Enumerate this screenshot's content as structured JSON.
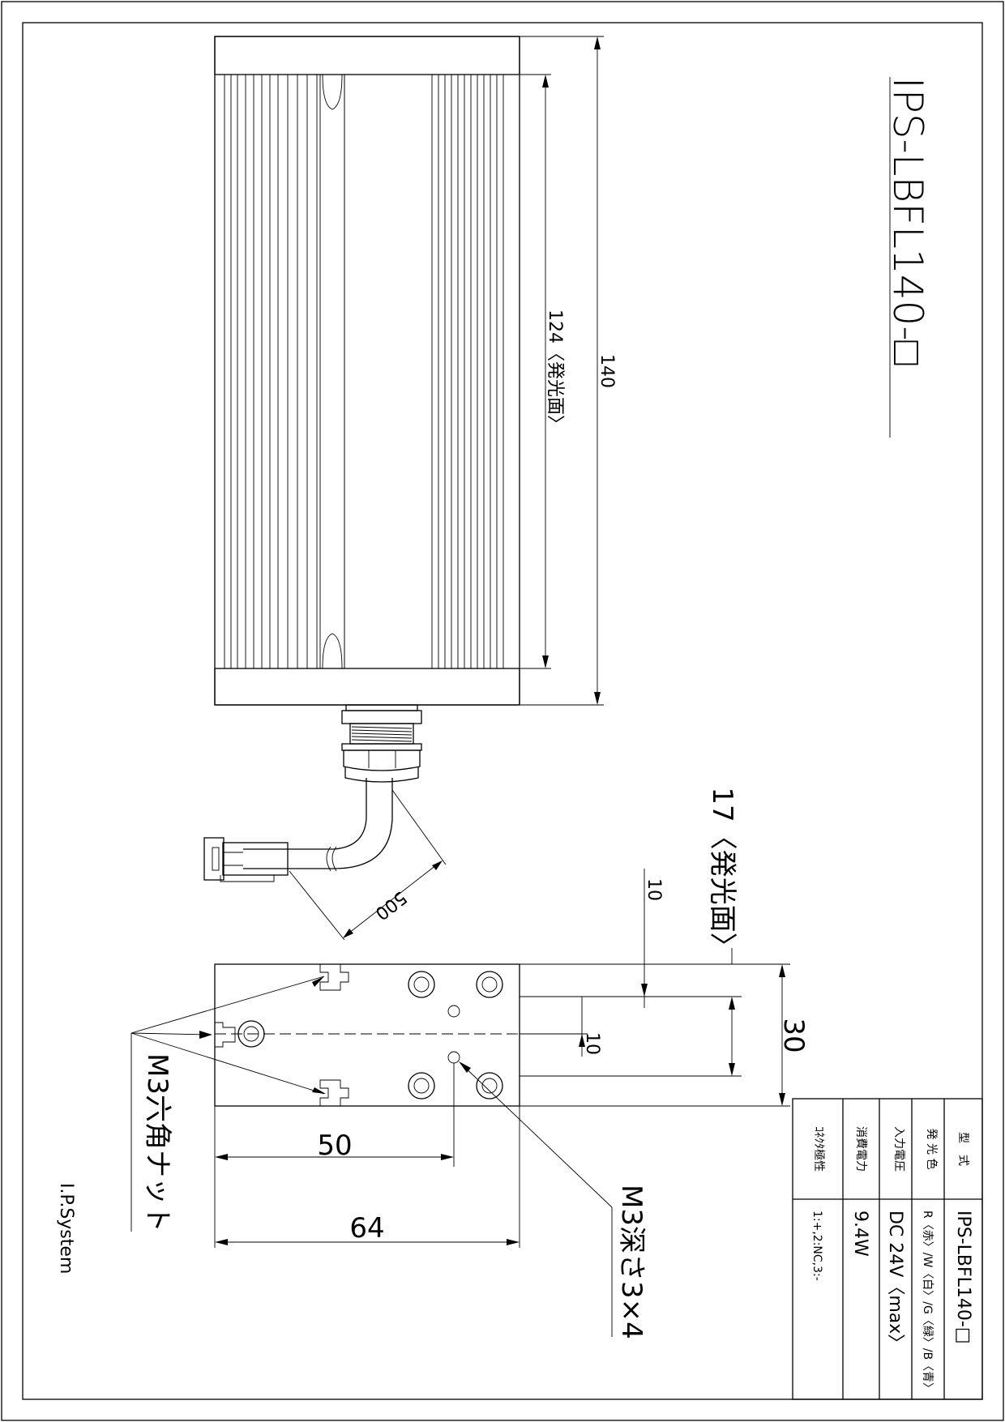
{
  "title": "IPS-LBFL140-□",
  "maker": "I.P.System",
  "dimensions": {
    "overall_length": "140",
    "emitting_length": "124〈発光面〉",
    "cable_length": "500",
    "emitting_width": "17〈発光面〉",
    "offset_top": "10",
    "offset_center": "10",
    "height": "30",
    "hole_pitch": "50",
    "depth": "64"
  },
  "callouts": {
    "hex_nut": "M3六角ナット",
    "tapped_hole": "M3深さ3×4"
  },
  "spec_table": [
    {
      "label": "型　式",
      "value": "IPS-LBFL140-□"
    },
    {
      "label": "発 光 色",
      "value": "R〈赤〉/W〈白〉/G〈緑〉/B〈青〉"
    },
    {
      "label": "入力電圧",
      "value": "DC 24V〈max〉"
    },
    {
      "label": "消費電力",
      "value": "9.4W"
    },
    {
      "label": "ｺﾈｸﾀ極性",
      "value": "1:+,2:NC,3:-"
    }
  ]
}
